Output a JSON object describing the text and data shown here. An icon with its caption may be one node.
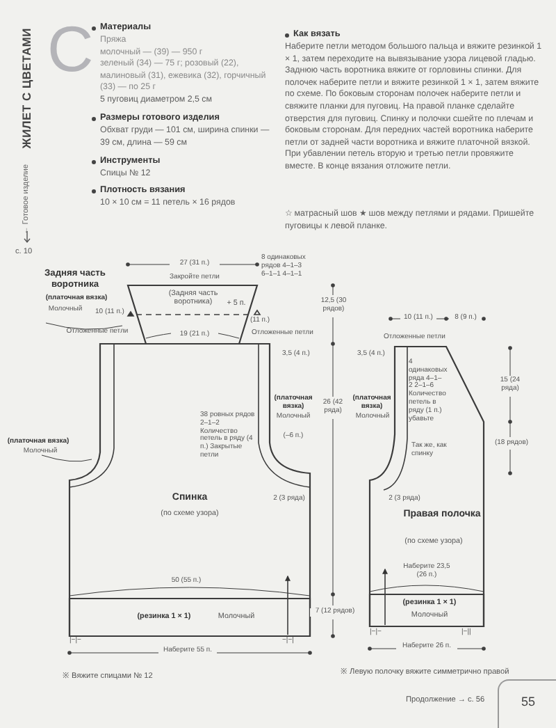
{
  "diagram": {
    "title": "ЖИЛЕТ С ЦВЕТАМИ",
    "nodes": [
      {
        "text": [
          "(Задняя часть воротника)",
          "+ 5 п."
        ]
      },
      {
        "text": [
          "Спинка",
          "(по схеме узора)"
        ]
      },
      {
        "text": [
          "(резинка 1 × 1)",
          "Молочный"
        ],
        "in": 1
      },
      {
        "text": [
          "Правая полочка",
          "(по схеме узора)"
        ]
      },
      {
        "text": [
          "(резинка 1 × 1)",
          "Молочный"
        ],
        "in": 3
      }
    ],
    "edges": [
      {
        "from": 2,
        "to": 1,
        "arrow": "to"
      },
      {
        "from": 4,
        "to": 3,
        "arrow": "to"
      }
    ],
    "labels": [
      "← Готовое изделие",
      "с. 10",
      "С",
      "Материалы",
      "Пряжа",
      "молочный — (39) — 950 г",
      "зеленый (34) — 75 г; розовый (22), малиновый (31), ежевика (32), горчичный (33) — по 25 г",
      "5 пуговиц диаметром 2,5 см",
      "Размеры готового изделия",
      "Обхват груди — 101 см, ширина спинки — 39 см, длина — 59 см",
      "Инструменты",
      "Спицы № 12",
      "Плотность вязания",
      "10 × 10 см = 11 петель × 16 рядов",
      "Как вязать",
      "Наберите петли методом большого пальца и вяжите резинкой 1 × 1, затем переходите на вывязывание узора лицевой гладью. Заднюю часть воротника вяжите от горловины спинки. Для полочек наберите петли и вяжите резинкой 1 × 1, затем вяжите по схеме. По боковым сторонам полочек наберите петли и свяжите планки для пуговиц. На правой планке сделайте отверстия для пуговиц. Спинку и полочки сшейте по плечам и боковым сторонам. Для передних частей воротника наберите петли от задней части воротника и вяжите платочной вязкой. При убавлении петель вторую и третью петли провяжите вместе. В конце вязания отложите петли.",
      "☆ матрасный шов ★ шов между петлями и рядами. Пришейте пуговицы к левой планке.",
      "Задняя часть воротника",
      "(платочная вязка)",
      "Молочный",
      "10 (11 п.)",
      "Отложенные петли",
      "27 (31 п.)",
      "Закройте петли",
      "8 одинаковых рядов 4–1–3 6–1–1 4–1–1",
      "(11 п.)",
      "Отложенные петли",
      "19 (21 п.)",
      "12,5 (30 рядов)",
      "10 (11 п.)",
      "8 (9 п.)",
      "Отложенные петли",
      "3,5 (4 п.)",
      "3,5 (4 п.)",
      "38 ровных рядов 2–1–2 Количество петель в ряду (4 п.) Закрытые петли",
      "(платочная вязка)",
      "Молочный",
      "26 (42 ряда)",
      "(платочная вязка)",
      "Молочный",
      "4 одинаковых ряда 4–1–2 2–1–6 Количество петель в ряду (1 п.) убавьте",
      "15 (24 ряда)",
      "(18 рядов)",
      "(–6 п.)",
      "Так же, как спинку",
      "(платочная вязка)",
      "Молочный",
      "2 (3 ряда)",
      "2 (3 ряда)",
      "Наберите 23,5 (26 п.)",
      "50 (55 п.)",
      "7 (12 рядов)",
      "|−|−",
      "−|−|",
      "|−|−",
      "|−||",
      "Наберите 55 п.",
      "Наберите 26 п.",
      "※ Вяжите спицами № 12",
      "※ Левую полочку вяжите симметрично правой",
      "Продолжение → с. 56",
      "55"
    ]
  }
}
